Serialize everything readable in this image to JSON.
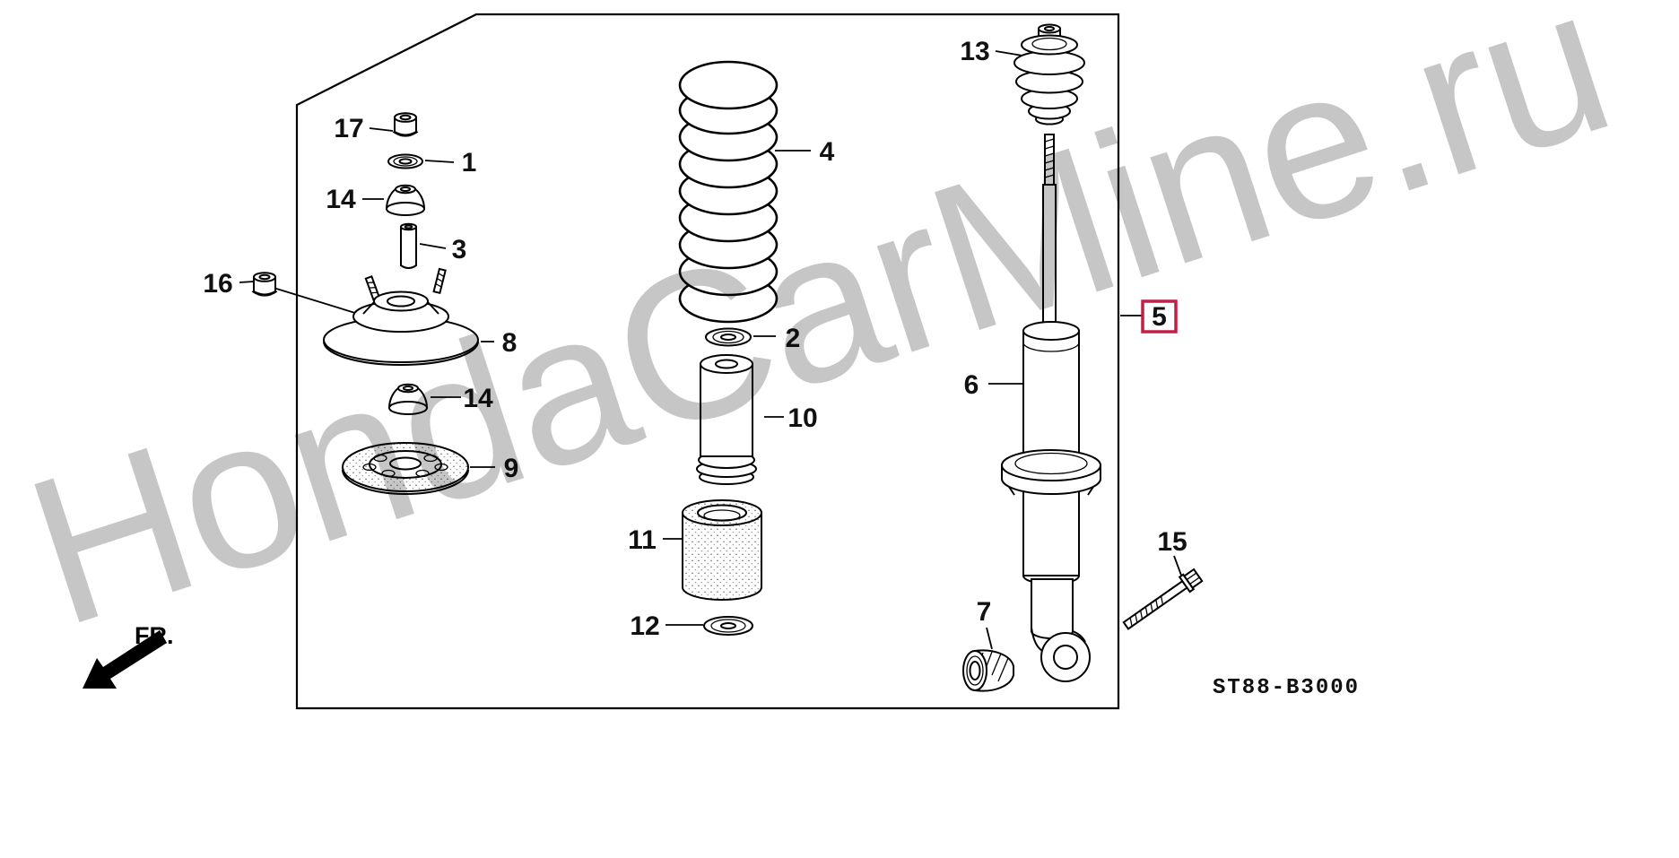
{
  "page": {
    "background": "#ffffff"
  },
  "watermark": {
    "text": "HondaCarMine.ru",
    "color": "#c6c6c6"
  },
  "colors": {
    "highlight": "#c21f45",
    "line": "#000000"
  },
  "footer": {
    "diagram_code": "ST88-B3000"
  },
  "orientation": {
    "front_label": "FR."
  },
  "labels": [
    {
      "text": "17"
    },
    {
      "text": "1"
    },
    {
      "text": "14"
    },
    {
      "text": "3"
    },
    {
      "text": "16"
    },
    {
      "text": "8"
    },
    {
      "text": "14"
    },
    {
      "text": "9"
    },
    {
      "text": "4"
    },
    {
      "text": "2"
    },
    {
      "text": "10"
    },
    {
      "text": "11"
    },
    {
      "text": "12"
    },
    {
      "text": "13"
    },
    {
      "text": "5",
      "highlighted": true
    },
    {
      "text": "6"
    },
    {
      "text": "7"
    },
    {
      "text": "15"
    }
  ]
}
